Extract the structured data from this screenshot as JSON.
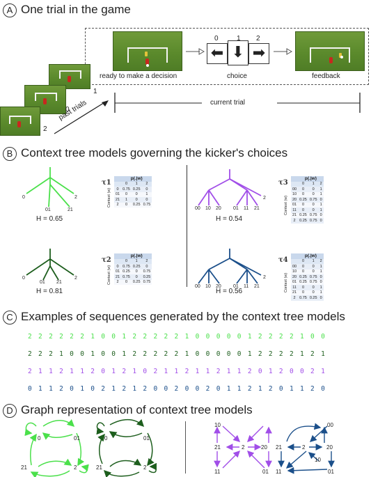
{
  "sectionA": {
    "letter": "A",
    "title": "One trial in the game",
    "stages": {
      "ready": "ready to make a decision",
      "choice": "choice",
      "feedback": "feedback"
    },
    "choices": [
      {
        "num": "0",
        "icon": "left-arrow-icon",
        "glyph": "⬅"
      },
      {
        "num": "1",
        "icon": "down-arrow-icon",
        "glyph": "⬇"
      },
      {
        "num": "2",
        "icon": "right-arrow-icon",
        "glyph": "➡"
      }
    ],
    "past_numbers": [
      "1",
      "0",
      "2"
    ],
    "past_trials": "past trials",
    "current_trial": "current trial"
  },
  "sectionB": {
    "letter": "B",
    "title": "Context tree models governing the kicker's choices",
    "table_header": "p(.|w)",
    "col_labels": [
      "0",
      "1",
      "2"
    ],
    "context_label": "Context (w)",
    "models": [
      {
        "tau": "τ1",
        "entropy": "H = 0.65",
        "color": "#4be04b",
        "rows": [
          [
            "0",
            "0.75",
            "0.25",
            "0"
          ],
          [
            "01",
            "0",
            "0",
            "1"
          ],
          [
            "21",
            "1",
            "0",
            "0"
          ],
          [
            "2",
            "0",
            "0.25",
            "0.75"
          ]
        ]
      },
      {
        "tau": "τ2",
        "entropy": "H = 0.81",
        "color": "#1d5e1d",
        "rows": [
          [
            "0",
            "0.75",
            "0.25",
            "0"
          ],
          [
            "01",
            "0.25",
            "0",
            "0.75"
          ],
          [
            "21",
            "0.75",
            "0",
            "0.25"
          ],
          [
            "2",
            "0",
            "0.25",
            "0.75"
          ]
        ]
      },
      {
        "tau": "τ3",
        "entropy": "H = 0.54",
        "color": "#a14ee8",
        "rows": [
          [
            "00",
            "0",
            "0",
            "1"
          ],
          [
            "10",
            "0",
            "0",
            "1"
          ],
          [
            "20",
            "0.25",
            "0.75",
            "0"
          ],
          [
            "01",
            "0",
            "0",
            "1"
          ],
          [
            "11",
            "0",
            "0",
            "1"
          ],
          [
            "21",
            "0.25",
            "0.75",
            "0"
          ],
          [
            "2",
            "0.25",
            "0.75",
            "0"
          ]
        ]
      },
      {
        "tau": "τ4",
        "entropy": "H = 0.56",
        "color": "#1b4f8a",
        "rows": [
          [
            "00",
            "0",
            "0",
            "1"
          ],
          [
            "10",
            "0",
            "0",
            "1"
          ],
          [
            "20",
            "0.25",
            "0.75",
            "0"
          ],
          [
            "01",
            "0.25",
            "0.75",
            "0"
          ],
          [
            "11",
            "0",
            "0",
            "1"
          ],
          [
            "21",
            "0",
            "0",
            "1"
          ],
          [
            "2",
            "0.75",
            "0.25",
            "0"
          ]
        ]
      }
    ],
    "tree_labels": {
      "t1": [
        "0",
        "2",
        "01",
        "21"
      ],
      "t2": [
        "0",
        "2",
        "01",
        "21"
      ],
      "t3": [
        "00",
        "10",
        "20",
        "01",
        "11",
        "21",
        "2"
      ],
      "t4": [
        "00",
        "10",
        "20",
        "01",
        "11",
        "21",
        "2"
      ]
    }
  },
  "sectionC": {
    "letter": "C",
    "title": "Examples of sequences generated by the context tree models",
    "sequences": [
      {
        "text": "2 2 2 2 2 2 1 0 0 1 2 2 2 2 2 1 0 0 0 0 0 1 2 2 2 2 1 0 0",
        "color": "#4be04b"
      },
      {
        "text": "2 2 2 1 0 0 1 0 0 1 2 2 2 2 2 1 0 0 0 0 0 1 2 2 2 2 1 2 1",
        "color": "#1d5e1d"
      },
      {
        "text": "2 1 1 2 1 1 2 0 1 2 1 0 2 1 1 2 1 1 2 1 1 2 0 1 2 0 0 2 1",
        "color": "#a14ee8"
      },
      {
        "text": "0 1 1 2 0 1 0 2 1 2 1 2 0 0 2 0 0 2 0 1 1 2 1 2 0 1 1 2 0",
        "color": "#1b4f8a"
      }
    ]
  },
  "sectionD": {
    "letter": "D",
    "title": "Graph representation of context tree models",
    "g1_labels": [
      "0",
      "01",
      "21",
      "2"
    ],
    "g3_labels": [
      "10",
      "20",
      "21",
      "2",
      "11",
      "01"
    ],
    "g4_labels": [
      "00",
      "21",
      "2",
      "20",
      "10",
      "11",
      "01"
    ]
  }
}
